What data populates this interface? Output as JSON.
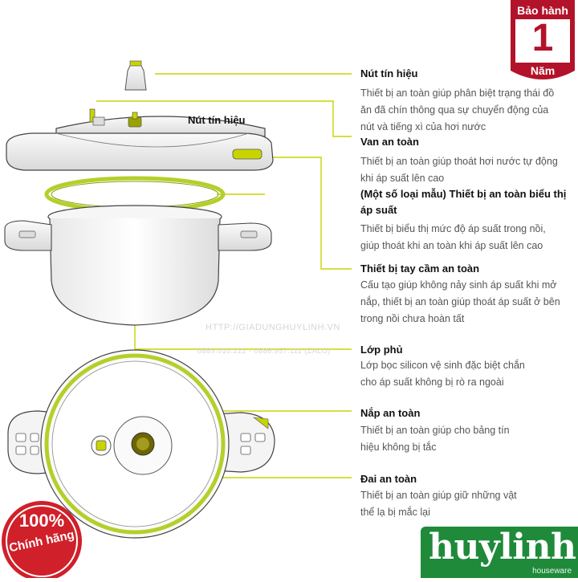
{
  "warranty": {
    "top": "Bảo hành",
    "number": "1",
    "bottom": "Năm"
  },
  "seal": {
    "percent": "100%",
    "text": "Chính hãng"
  },
  "brand": {
    "name": "huylinh",
    "sub": "houseware"
  },
  "watermarks": {
    "url": "HTTP://GIADUNGHUYLINH.VN",
    "phone": "0889.010.222 - 0886.957.111 (ZALO)"
  },
  "callouts": {
    "signal_button_small": "Nút tín hiệu",
    "items": [
      {
        "title": "Nút tín hiệu",
        "desc": [
          "Thiết bị an toàn giúp phân biệt trạng thái đồ",
          "ăn đã chín thông qua sự chuyển động của",
          "nút và tiếng xì của hơi nước"
        ]
      },
      {
        "title": "Van an toàn",
        "desc": [
          "Thiết bị an toàn giúp thoát hơi nước tự động",
          "khi áp suất lên cao"
        ]
      },
      {
        "title": "(Một số loại mẫu) Thiết bị an toàn biểu thị",
        "title2": "áp suất",
        "desc": [
          "Thiết bị biểu thị mức độ áp suất trong nồi,",
          "giúp thoát khi an toàn khi áp suất lên cao"
        ]
      },
      {
        "title": "Thiết bị tay cầm an toàn",
        "desc": [
          "Cấu tạo giúp không nảy sinh áp suất khi mở",
          "nắp, thiết bị an toàn giúp thoát áp suất ở bên",
          "trong nồi chưa hoàn tất"
        ]
      },
      {
        "title": "Lớp phủ",
        "desc": [
          "Lớp bọc silicon vệ sinh đặc biệt chắn",
          "cho áp suất không bị rò ra ngoài"
        ]
      },
      {
        "title": "Nắp an toàn",
        "desc": [
          "Thiết bị an toàn giúp cho bảng tín",
          "hiệu không bị tắc"
        ]
      },
      {
        "title": "Đai an toàn",
        "desc": [
          "Thiết bị an toàn giúp giữ những vật",
          "thể lạ bị mắc lại"
        ]
      }
    ]
  },
  "colors": {
    "accent": "#c8d400",
    "badge_red": "#b3132a",
    "brand_green": "#1f8a3a",
    "ring": "#b5cf2a"
  }
}
